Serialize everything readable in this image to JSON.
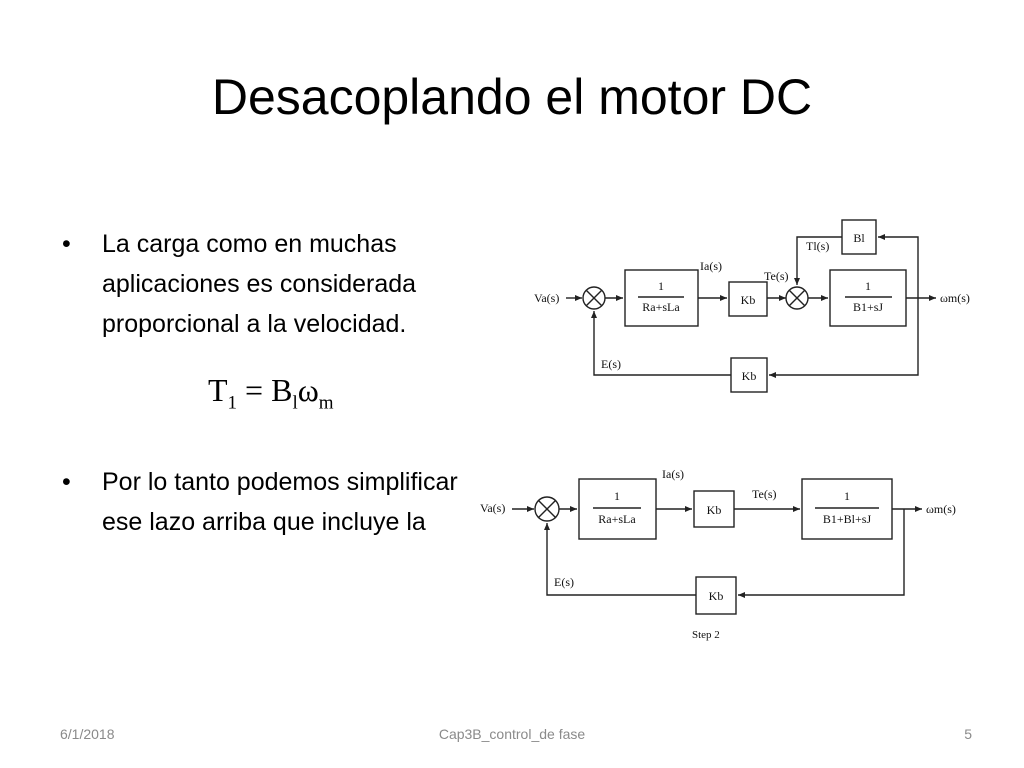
{
  "title": "Desacoplando el motor DC",
  "bullets": [
    {
      "text": "La carga como en muchas aplicaciones  es considerada proporcional a la velocidad."
    },
    {
      "text": "Por lo tanto podemos simplificar  ese lazo arriba que incluye la"
    }
  ],
  "equation": {
    "lhs": "T",
    "lhs_sub": "1",
    "eq": " = B",
    "b_sub": "l",
    "omega": "ω",
    "omega_sub": "m"
  },
  "diagram1": {
    "input": "Va(s)",
    "block1": {
      "num": "1",
      "den": "Ra+sLa"
    },
    "current": "Ia(s)",
    "kb_forward": "Kb",
    "torque_e": "Te(s)",
    "torque_l": "Tl(s)",
    "bl_block": "Bl",
    "block2": {
      "num": "1",
      "den": "B1+sJ"
    },
    "output": "ωm(s)",
    "feedback_label": "E(s)",
    "kb_feedback": "Kb"
  },
  "diagram2": {
    "input": "Va(s)",
    "block1": {
      "num": "1",
      "den": "Ra+sLa"
    },
    "current": "Ia(s)",
    "kb_forward": "Kb",
    "torque_e": "Te(s)",
    "block2": {
      "num": "1",
      "den": "B1+Bl+sJ"
    },
    "output": "ωm(s)",
    "feedback_label": "E(s)",
    "kb_feedback": "Kb",
    "caption": "Step 2"
  },
  "footer": {
    "date": "6/1/2018",
    "center": "Cap3B_control_de fase",
    "page": "5"
  }
}
